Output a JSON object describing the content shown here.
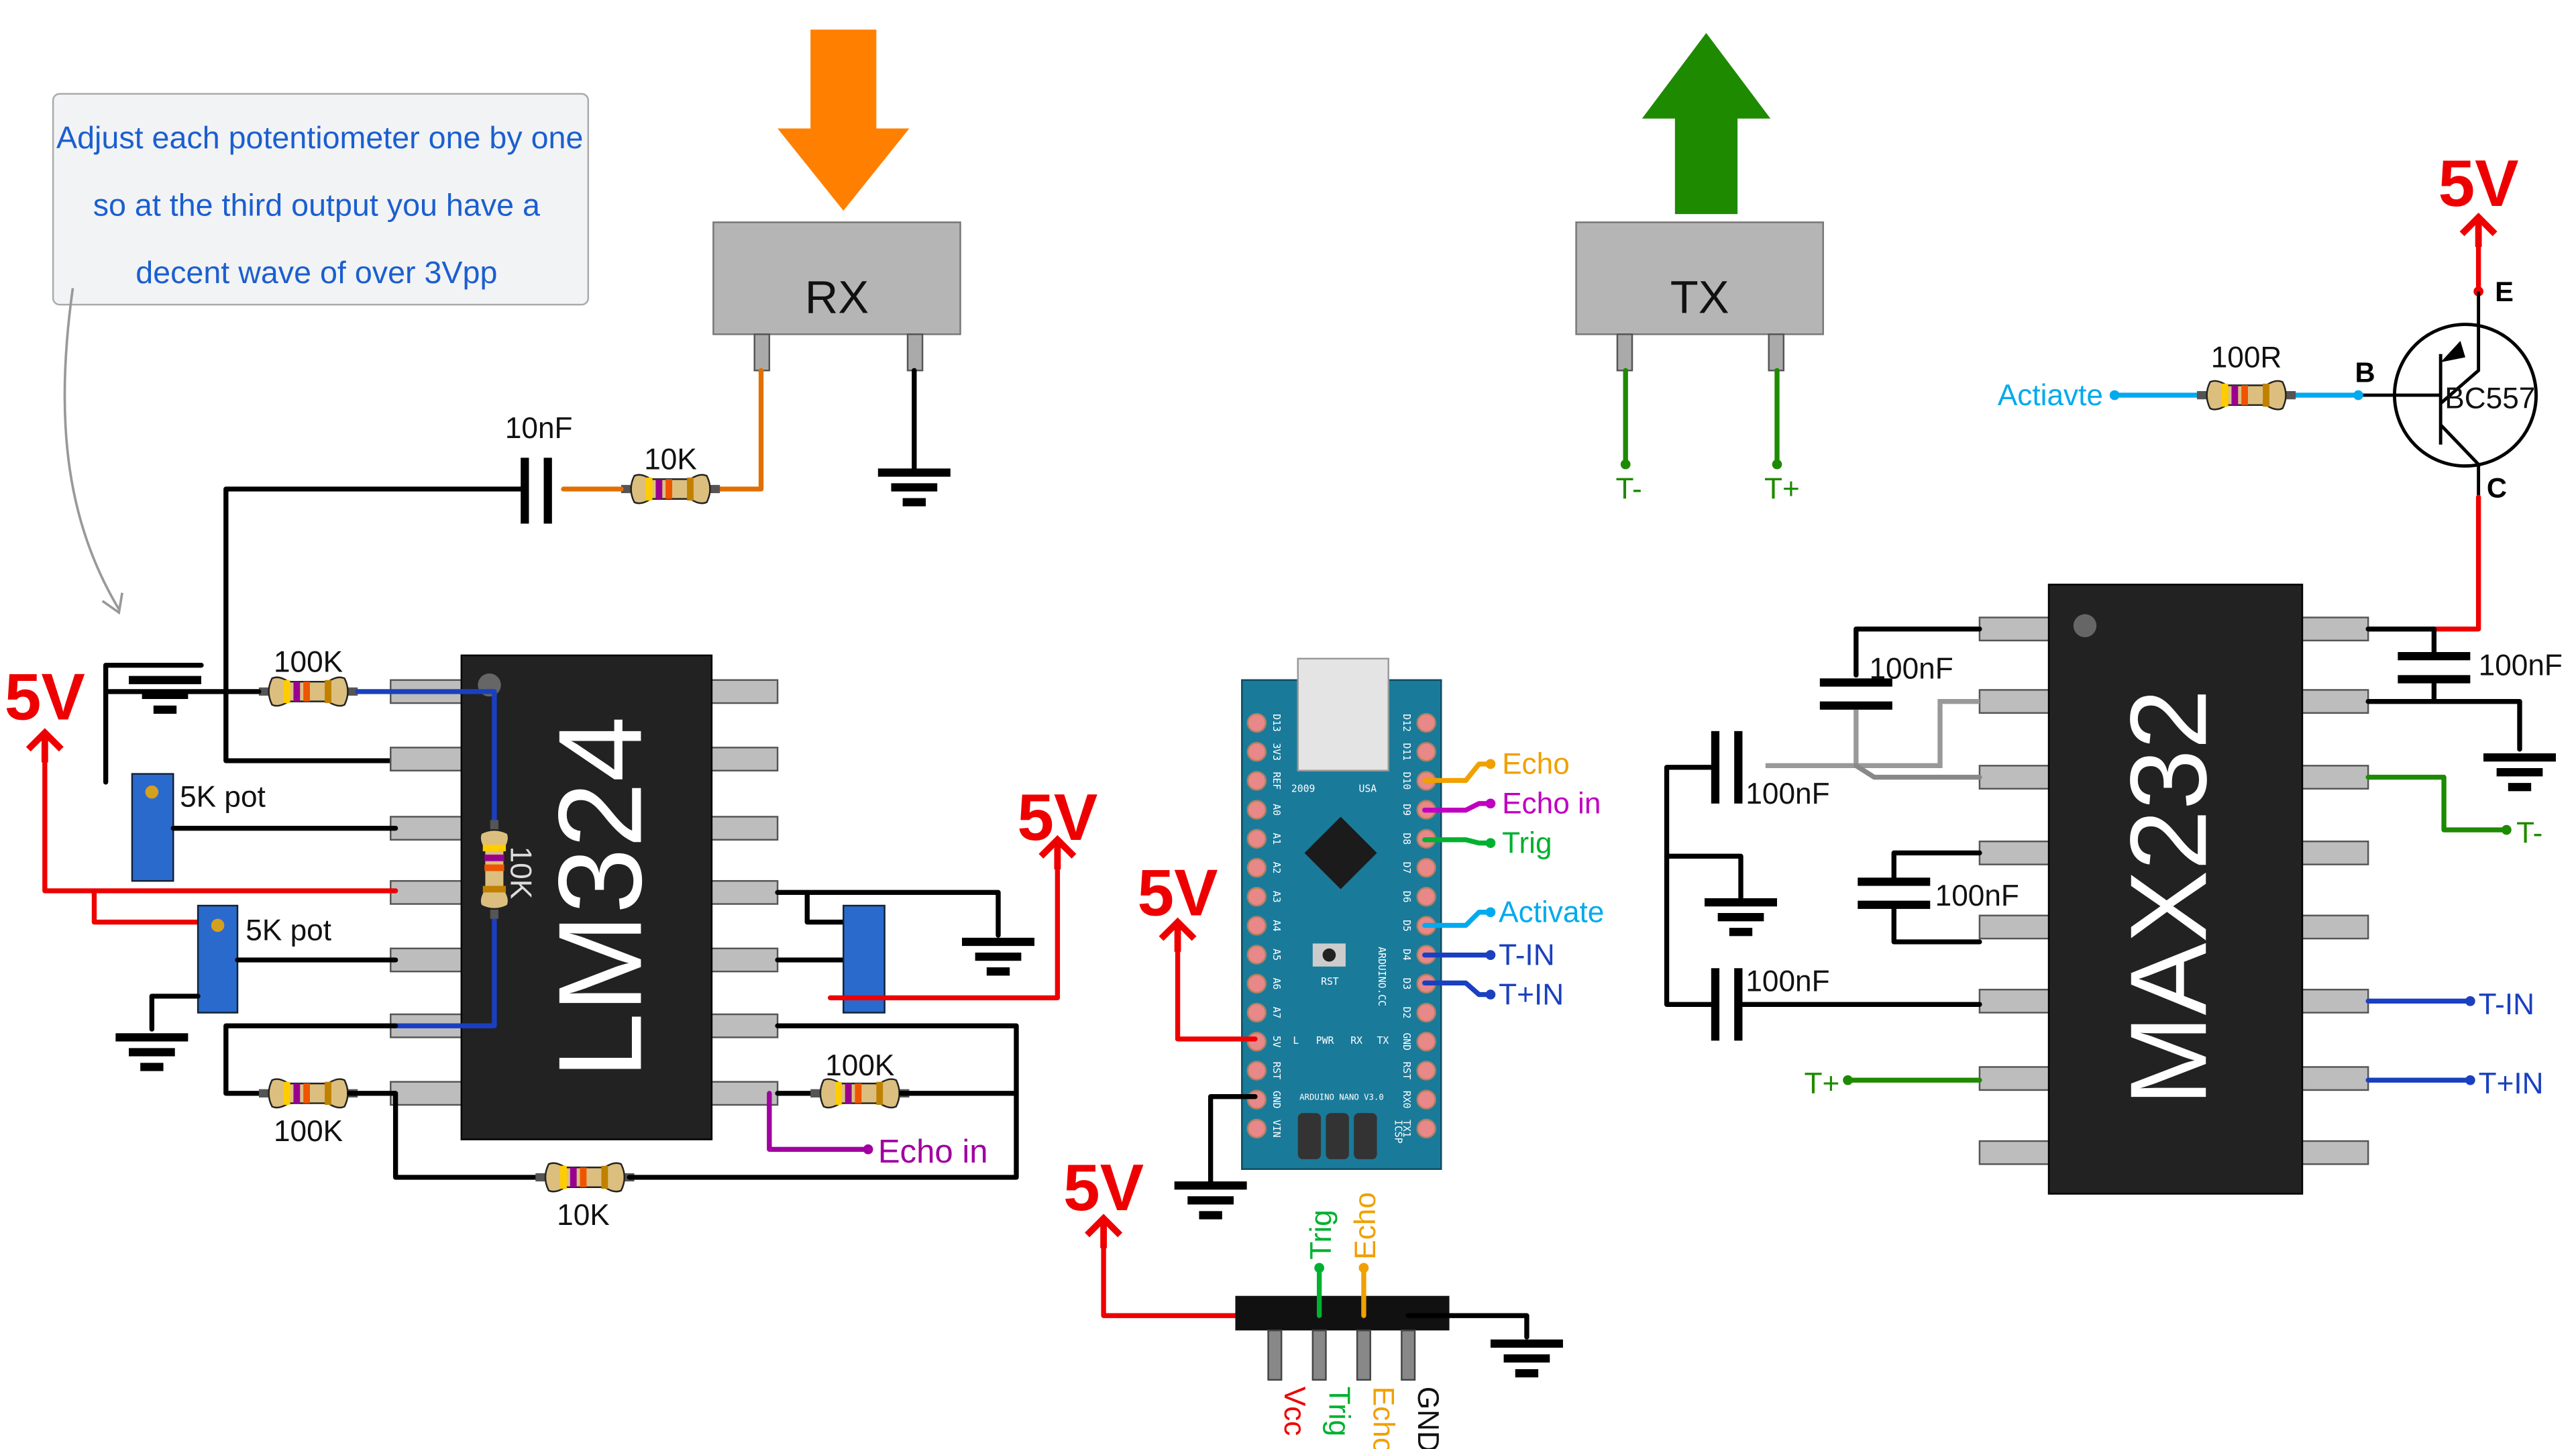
{
  "note": {
    "lines": [
      "Adjust each potentiometer one by one",
      "so at the third output you have a",
      "decent wave of over 3Vpp"
    ]
  },
  "modules": {
    "rx": "RX",
    "tx": "TX",
    "tx_minus": "T-",
    "tx_plus": "T+"
  },
  "power": {
    "v5": "5V"
  },
  "lm324": {
    "name": "LM324",
    "c10nf": "10nF",
    "r10k_top": "10K",
    "r100k_top": "100K",
    "r10k_mid": "10K",
    "pot1": "5K pot",
    "pot2": "5K pot",
    "r100k_bl": "100K",
    "r100k_br": "100K",
    "r10k_bottom": "10K",
    "echo_in": "Echo in"
  },
  "arduino": {
    "labels": {
      "echo": "Echo",
      "echo_in": "Echo in",
      "trig": "Trig",
      "activate": "Activate",
      "t_minus_in": "T-IN",
      "t_plus_in": "T+IN"
    },
    "left_pins": [
      "D13",
      "3V3",
      "REF",
      "A0",
      "A1",
      "A2",
      "A3",
      "A4",
      "A5",
      "A6",
      "A7",
      "5V",
      "RST",
      "GND",
      "VIN"
    ],
    "right_pins": [
      "D12",
      "D11",
      "D10",
      "D9",
      "D8",
      "D7",
      "D6",
      "D5",
      "D4",
      "D3",
      "D2",
      "GND",
      "RST",
      "RX0",
      "TX1"
    ],
    "silk": {
      "year": "2009",
      "usa": "USA",
      "rst": "RST",
      "site": "ARDUINO.CC",
      "model": "ARDUINO NANO V3.0",
      "l": "L",
      "pwr": "PWR",
      "rx": "RX",
      "tx": "TX",
      "icsp": "ICSP"
    },
    "board_color": "#1a7a9a"
  },
  "ultrasonic": {
    "pins": [
      "Vcc",
      "Trig",
      "Echo",
      "GND"
    ],
    "top_trig": "Trig",
    "top_echo": "Echo"
  },
  "transistor": {
    "name": "BC557",
    "e": "E",
    "b": "B",
    "c": "C",
    "resistor": "100R",
    "input": "Actiavte"
  },
  "max232": {
    "name": "MAX232",
    "caps": [
      "100nF",
      "100nF",
      "100nF",
      "100nF",
      "100nF"
    ],
    "t_minus": "T-",
    "t_minus_in": "T-IN",
    "t_plus_in": "T+IN",
    "t_plus": "T+"
  },
  "colors": {
    "rx_arrow": "#ff8000",
    "tx_arrow": "#1e8a00",
    "power": "#e00000",
    "echo": "#f0a000",
    "echo_in": "#c000c0",
    "trig": "#00b030",
    "activate": "#00aaee",
    "t_in": "#1a40c0"
  }
}
